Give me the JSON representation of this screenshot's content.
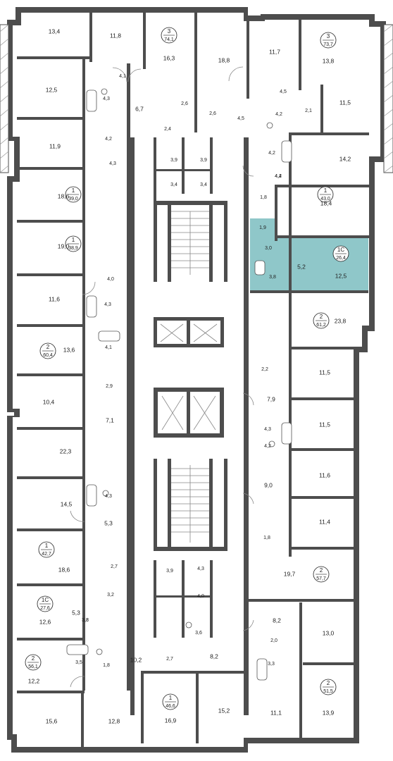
{
  "plan": {
    "highlight_color": "#8fc7c9",
    "wall_color": "#4d4d4d",
    "apartments": [
      {
        "id": "a1",
        "rooms": "3",
        "area": "74,1"
      },
      {
        "id": "a2",
        "rooms": "3",
        "area": "73,7"
      },
      {
        "id": "a3",
        "rooms": "1",
        "area": "39,0"
      },
      {
        "id": "a4",
        "rooms": "1",
        "area": "43,0"
      },
      {
        "id": "a5",
        "rooms": "1",
        "area": "38,9"
      },
      {
        "id": "a6",
        "rooms": "1С",
        "area": "26,4"
      },
      {
        "id": "a7",
        "rooms": "2",
        "area": "61,2"
      },
      {
        "id": "a8",
        "rooms": "2",
        "area": "60,4"
      },
      {
        "id": "a9",
        "rooms": "1",
        "area": "42,7"
      },
      {
        "id": "a10",
        "rooms": "2",
        "area": "57,7"
      },
      {
        "id": "a11",
        "rooms": "1С",
        "area": "27,6"
      },
      {
        "id": "a12",
        "rooms": "2",
        "area": "56,1"
      },
      {
        "id": "a13",
        "rooms": "2",
        "area": "51,5"
      },
      {
        "id": "a14",
        "rooms": "1",
        "area": "46,6"
      }
    ],
    "room_labels": [
      "13,4",
      "11,8",
      "16,3",
      "18,8",
      "11,7",
      "13,8",
      "12,5",
      "4,1",
      "4,3",
      "6,7",
      "2,6",
      "2,6",
      "4,5",
      "4,5",
      "4,2",
      "2,1",
      "11,5",
      "4,2",
      "2,4",
      "11,9",
      "4,2",
      "4,3",
      "3,9",
      "3,9",
      "14,2",
      "3,4",
      "3,4",
      "4,2",
      "4,4",
      "18,6",
      "1,8",
      "18,4",
      "19,0",
      "1,9",
      "3,0",
      "5,2",
      "12,5",
      "3,8",
      "4,0",
      "11,6",
      "4,3",
      "23,8",
      "4,1",
      "13,6",
      "2,2",
      "2,9",
      "10,4",
      "11,5",
      "7,9",
      "7,1",
      "11,5",
      "22,3",
      "4,3",
      "11,6",
      "4,2",
      "14,5",
      "4,3",
      "9,0",
      "5,3",
      "11,4",
      "1,8",
      "18,6",
      "2,7",
      "19,7",
      "3,9",
      "4,3",
      "4,0",
      "3,2",
      "12,6",
      "5,3",
      "3,8",
      "3,8",
      "3,6",
      "8,2",
      "13,0",
      "2,0",
      "10,2",
      "2,7",
      "8,2",
      "3,5",
      "1,8",
      "12,2",
      "3,3",
      "15,6",
      "12,8",
      "16,9",
      "15,2",
      "11,1",
      "13,9"
    ]
  }
}
